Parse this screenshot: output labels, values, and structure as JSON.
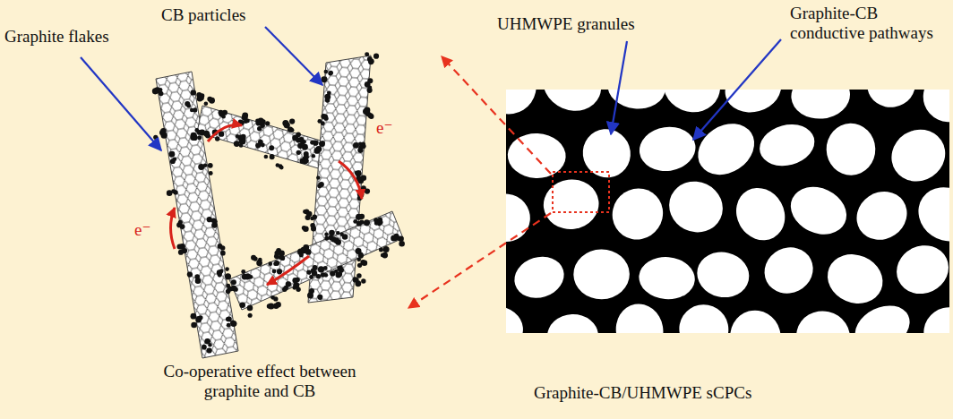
{
  "diagram": {
    "labels": [
      "Graphite flakes",
      "CB particles",
      "UHMWPE granules",
      "Graphite-CB conductive pathways",
      "e⁻",
      "e⁻",
      "Co-operative effect between graphite and CB",
      "Graphite-CB/UHMWPE sCPCs"
    ]
  }
}
